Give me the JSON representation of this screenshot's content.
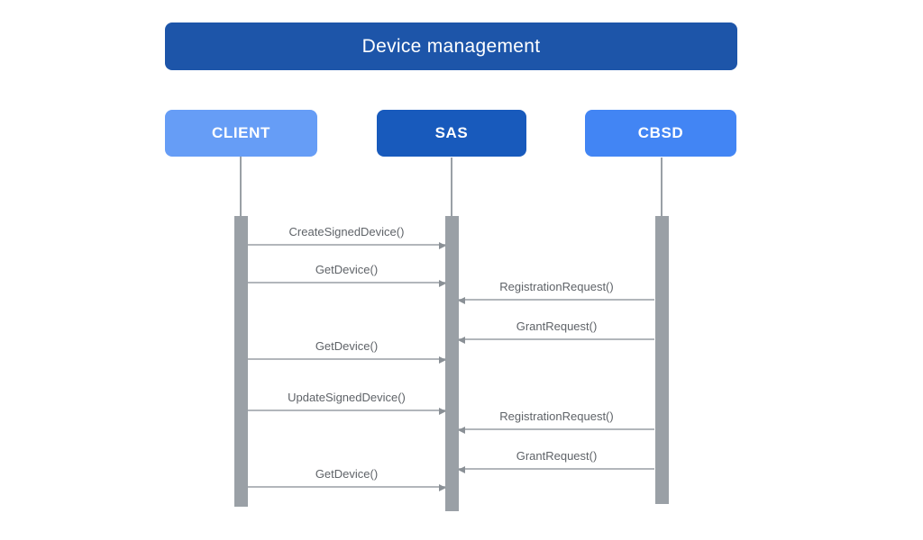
{
  "title": "Device management",
  "colors": {
    "title_bg": "#1D55A9",
    "client_bg": "#669DF6",
    "sas_bg": "#185ABC",
    "cbsd_bg": "#4285F4",
    "actor_text": "#FFFFFF",
    "message_text": "#5F6368",
    "activation_bar": "#9AA0A6",
    "arrow_line": "#B2B6BB",
    "arrow_head": "#8A9096"
  },
  "actors": [
    {
      "name": "CLIENT",
      "color": "#669DF6"
    },
    {
      "name": "SAS",
      "color": "#185ABC"
    },
    {
      "name": "CBSD",
      "color": "#4285F4"
    }
  ],
  "messages": [
    {
      "label": "CreateSignedDevice()",
      "from": "CLIENT",
      "to": "SAS"
    },
    {
      "label": "GetDevice()",
      "from": "CLIENT",
      "to": "SAS"
    },
    {
      "label": "RegistrationRequest()",
      "from": "CBSD",
      "to": "SAS"
    },
    {
      "label": "GrantRequest()",
      "from": "CBSD",
      "to": "SAS"
    },
    {
      "label": "GetDevice()",
      "from": "CLIENT",
      "to": "SAS"
    },
    {
      "label": "UpdateSignedDevice()",
      "from": "CLIENT",
      "to": "SAS"
    },
    {
      "label": "RegistrationRequest()",
      "from": "CBSD",
      "to": "SAS"
    },
    {
      "label": "GrantRequest()",
      "from": "CBSD",
      "to": "SAS"
    },
    {
      "label": "GetDevice()",
      "from": "CLIENT",
      "to": "SAS"
    }
  ]
}
